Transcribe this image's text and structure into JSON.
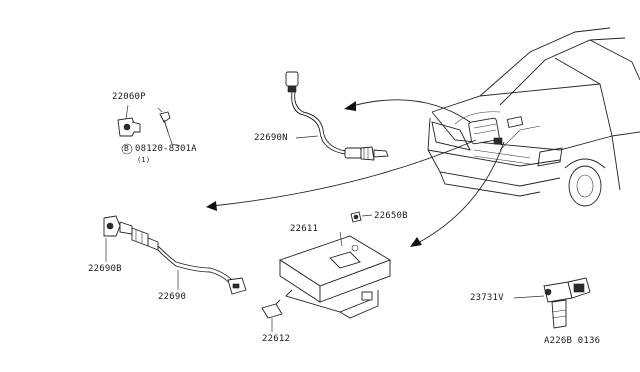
{
  "parts": {
    "p22060P": "22060P",
    "bolt_code": "08120-8301A",
    "bolt_circle_letter": "B",
    "bolt_qty": "(1)",
    "p22690N": "22690N",
    "p22611": "22611",
    "p22650B": "22650B",
    "p22690B": "22690B",
    "p22690": "22690",
    "p22612": "22612",
    "p23731V": "23731V"
  },
  "diagram_id": "A226B 0136",
  "colors": {
    "line": "#222222",
    "background": "#ffffff"
  }
}
